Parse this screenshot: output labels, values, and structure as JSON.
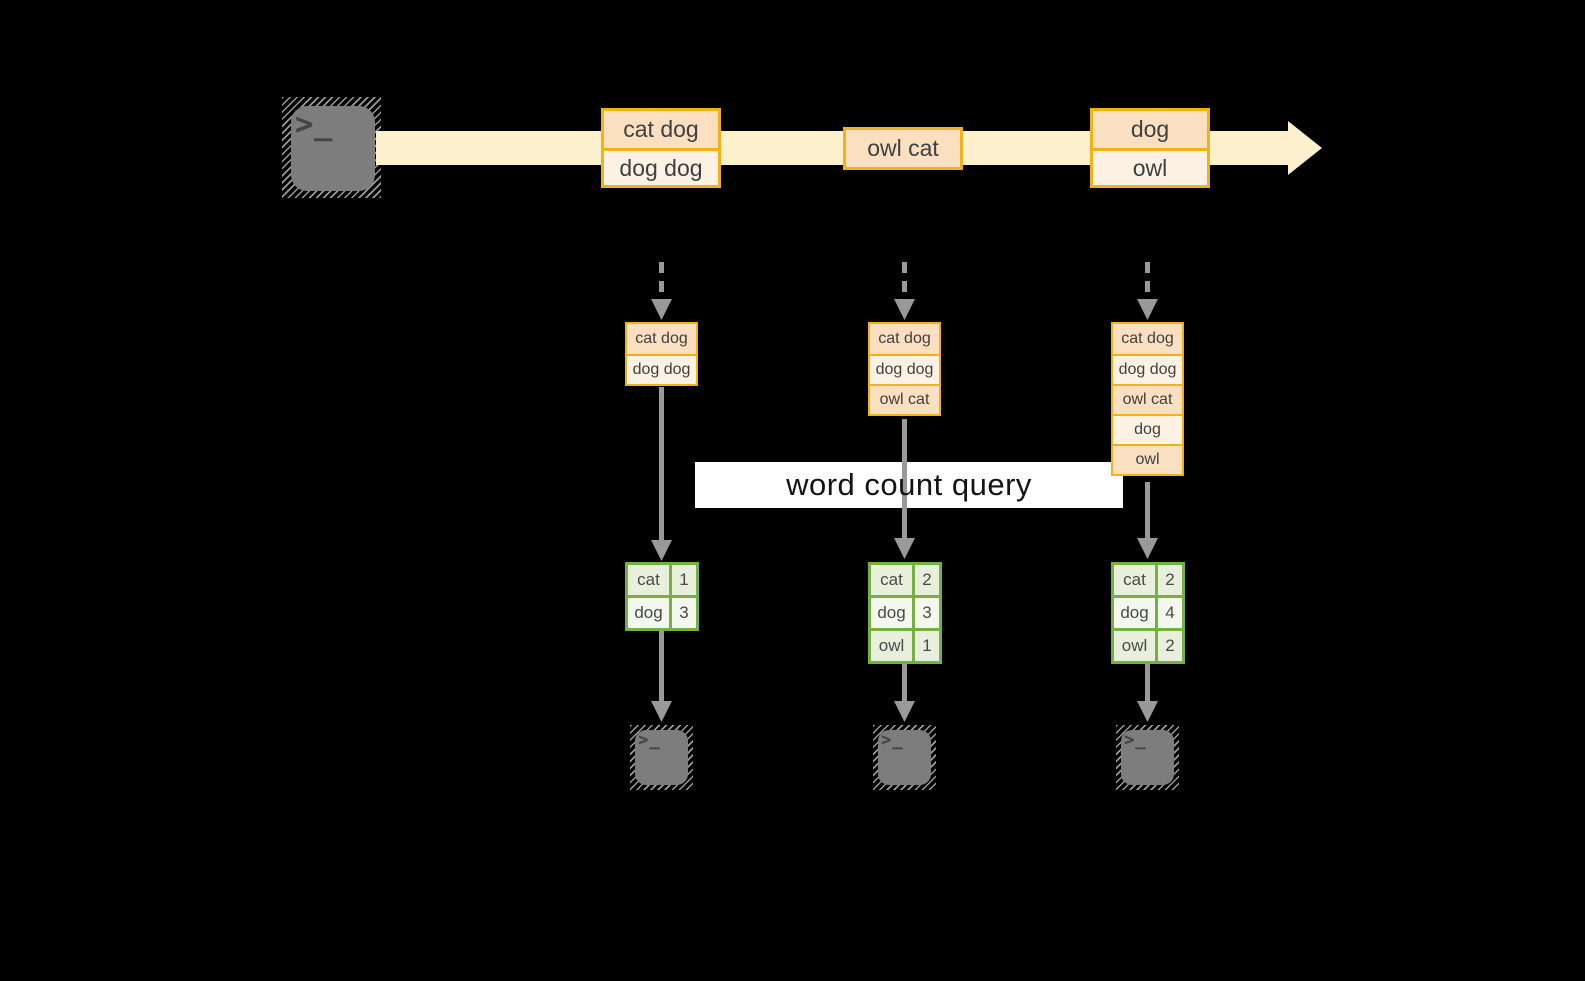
{
  "diagram": {
    "query_label": "word count query",
    "terminal_glyph": ">_",
    "timeline_batches": [
      {
        "rows": [
          "cat dog",
          "dog dog"
        ]
      },
      {
        "rows": [
          "owl cat"
        ]
      },
      {
        "rows": [
          "dog",
          "owl"
        ]
      }
    ],
    "snapshots": [
      {
        "rows": [
          "cat dog",
          "dog dog"
        ]
      },
      {
        "rows": [
          "cat dog",
          "dog dog",
          "owl cat"
        ]
      },
      {
        "rows": [
          "cat dog",
          "dog dog",
          "owl cat",
          "dog",
          "owl"
        ]
      }
    ],
    "result_tables": [
      {
        "rows": [
          {
            "word": "cat",
            "count": "1"
          },
          {
            "word": "dog",
            "count": "3"
          }
        ]
      },
      {
        "rows": [
          {
            "word": "cat",
            "count": "2"
          },
          {
            "word": "dog",
            "count": "3"
          },
          {
            "word": "owl",
            "count": "1"
          }
        ]
      },
      {
        "rows": [
          {
            "word": "cat",
            "count": "2"
          },
          {
            "word": "dog",
            "count": "4"
          },
          {
            "word": "owl",
            "count": "2"
          }
        ]
      }
    ]
  },
  "colors": {
    "background": "#000000",
    "stream_band": "#fcf0cd",
    "box_border_gold": "#f0b217",
    "box_fill_peach": "#fbdfc1",
    "box_fill_cream": "#fdf2e3",
    "table_border_green": "#76b041",
    "table_cell_green": "#e8efdc",
    "table_cell_light": "#f3f7ee",
    "arrow_gray": "#999999",
    "terminal_gray": "#7d7d7d",
    "label_background": "#ffffff"
  }
}
